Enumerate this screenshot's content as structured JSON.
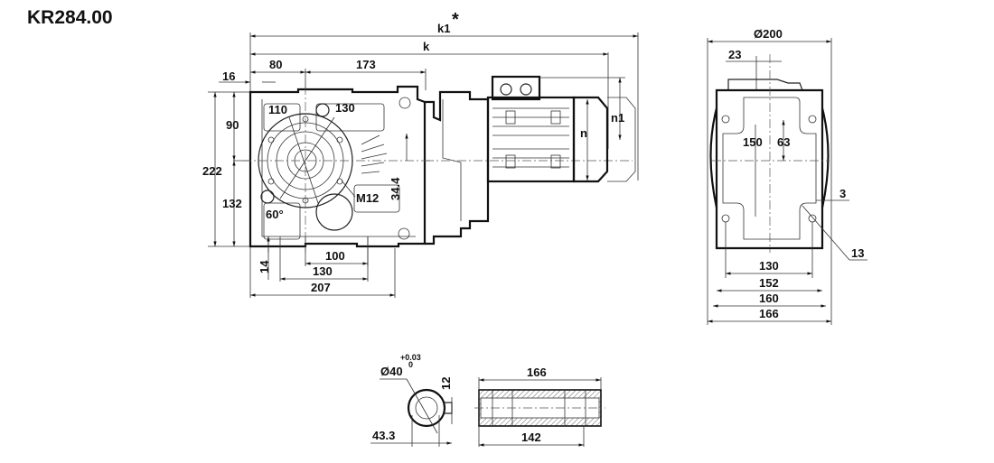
{
  "title": "KR284.00",
  "front_view": {
    "dims": {
      "k1": "k1",
      "k1_star": "*",
      "k": "k",
      "d80": "80",
      "d173": "173",
      "d16": "16",
      "d90": "90",
      "d222": "222",
      "d132": "132",
      "d110": "110",
      "d130_bolt": "130",
      "d60deg": "60°",
      "m12": "M12",
      "d34_4": "34.4",
      "d14": "14",
      "d100": "100",
      "d130": "130",
      "d207": "207",
      "n": "n",
      "n1": "n1"
    }
  },
  "side_view": {
    "dims": {
      "d200": "Ø200",
      "d23": "23",
      "d150": "150",
      "d63": "63",
      "d3": "3",
      "d13": "13",
      "d130": "130",
      "d152": "152",
      "d160": "160",
      "d166": "166"
    }
  },
  "shaft_section": {
    "dims": {
      "tol_upper": "+0.03",
      "tol_lower": "0",
      "dia": "Ø40",
      "key": "12",
      "d43_3": "43.3"
    }
  },
  "shaft_side": {
    "dims": {
      "length": "166",
      "inner": "142"
    }
  }
}
